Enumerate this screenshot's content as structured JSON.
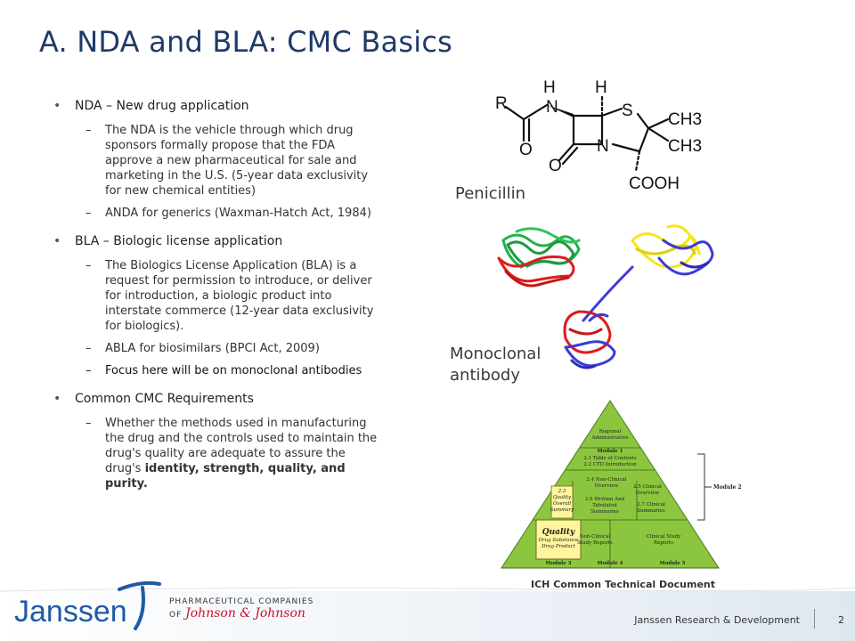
{
  "slide": {
    "title": "A. NDA and BLA: CMC Basics",
    "page_number": "2"
  },
  "content": {
    "nda_heading": "NDA – New drug application",
    "nda_sub1": "The NDA is the vehicle through which drug sponsors formally propose that the FDA approve a new pharmaceutical for sale and marketing in the U.S. (5-year data exclusivity for new chemical entities)",
    "nda_sub2": "ANDA for generics (Waxman-Hatch Act, 1984)",
    "bla_heading": "BLA – Biologic license application",
    "bla_sub1": "The Biologics License Application (BLA) is a request for permission to introduce, or deliver for introduction, a biologic product into interstate commerce (12-year data exclusivity for biologics).",
    "bla_sub2": "ABLA for biosimilars (BPCI Act, 2009)",
    "bla_sub3": "Focus here will be on monoclonal antibodies",
    "cmc_heading": "Common CMC Requirements",
    "cmc_sub1_plain": "Whether the methods used in manufacturing the drug and the controls used to maintain the drug's quality are adequate to assure the drug's ",
    "cmc_sub1_bold": "identity, strength, quality, and purity."
  },
  "figures": {
    "penicillin_label": "Penicillin",
    "antibody_label_line1": "Monoclonal",
    "antibody_label_line2": "antibody",
    "chem": {
      "R": "R",
      "H1": "H",
      "N1": "N",
      "H2": "H",
      "S": "S",
      "CH3a": "CH3",
      "CH3b": "CH3",
      "O1": "O",
      "N2": "N",
      "O2": "O",
      "COOH": "COOH"
    },
    "ich": {
      "caption": "ICH Common Technical Document",
      "module2_label": "Module 2",
      "regional": "Regional",
      "administrative": "Administrative",
      "module1": "Module 1",
      "toc": "2.1 Table of Contents",
      "ctd_intro": "2.2 CTD Introduction",
      "nonclin_overview_1": "2.4 Non-Clinical",
      "nonclin_overview_2": "Overview",
      "clin_overview_1": "2.5 Clinical",
      "clin_overview_2": "Overview",
      "qos_1": "2.3",
      "qos_2": "Quality",
      "qos_3": "Overall",
      "qos_4": "Summary",
      "written_1": "2.6 Written And",
      "written_2": "Tabulated",
      "written_3": "Summaries",
      "clin_summ_1": "2.7 Clinical",
      "clin_summ_2": "Summaries",
      "quality": "Quality",
      "drug_substance": "Drug Substance",
      "drug_product": "Drug Product",
      "nonclin_reports_1": "Non-Clinical",
      "nonclin_reports_2": "Study Reports",
      "clin_reports_1": "Clinical Study",
      "clin_reports_2": "Reports",
      "module3": "Module 3",
      "module4": "Module 4",
      "module5": "Module 5"
    }
  },
  "footer": {
    "logo_text": "Janssen",
    "pharma_line1": "PHARMACEUTICAL COMPANIES",
    "pharma_of": "OF",
    "pharma_jj": "Johnson & Johnson",
    "org": "Janssen Research & Development"
  },
  "colors": {
    "title": "#1f3a68",
    "ich_green": "#8cc63f",
    "quality_yellow": "#fff59d",
    "antibody_green": "#22b14c",
    "antibody_red": "#e01b1b",
    "antibody_yellow": "#f5e61a",
    "antibody_blue": "#3b3bd6",
    "janssen_blue": "#1f5aa6"
  }
}
